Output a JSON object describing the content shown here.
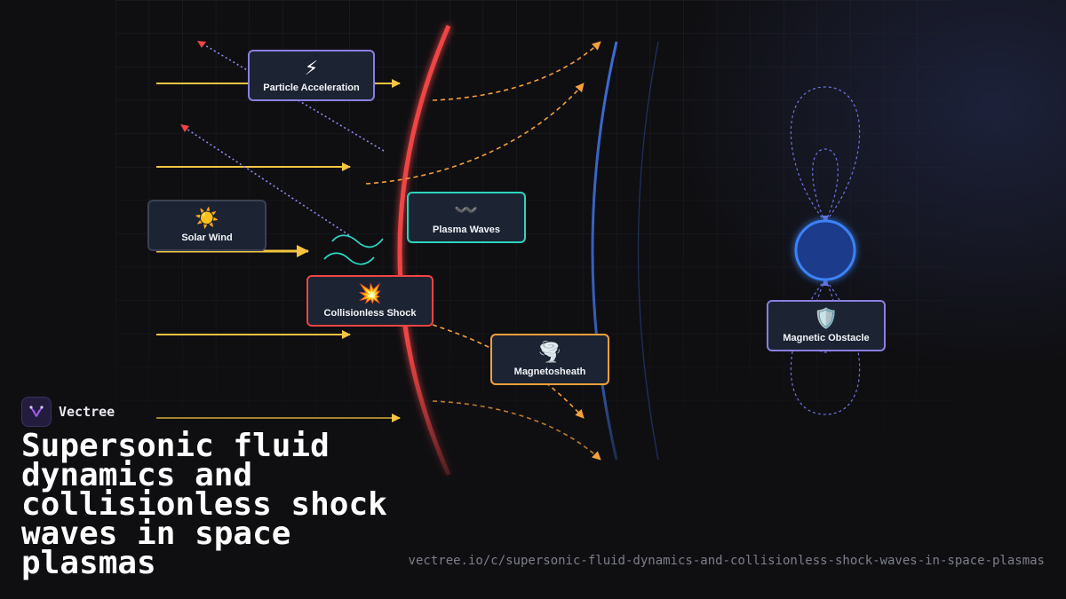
{
  "brand": {
    "name": "Vectree"
  },
  "title": "Supersonic fluid dynamics and collisionless shock waves in space plasmas",
  "url": "vectree.io/c/supersonic-fluid-dynamics-and-collisionless-shock-waves-in-space-plasmas",
  "nodes": {
    "solar_wind": {
      "icon": "☀️",
      "label": "Solar Wind"
    },
    "particle_acceleration": {
      "icon": "⚡",
      "label": "Particle Acceleration"
    },
    "plasma_waves": {
      "icon": "〰️",
      "label": "Plasma Waves"
    },
    "collisionless_shock": {
      "icon": "💥",
      "label": "Collisionless Shock"
    },
    "magnetosheath": {
      "icon": "🌪️",
      "label": "Magnetosheath"
    },
    "magnetic_obstacle": {
      "icon": "🛡️",
      "label": "Magnetic Obstacle"
    }
  },
  "colors": {
    "background": "#0f0f12",
    "solar_wind_arrows": "#f5c542",
    "shock_front": "#ef4444",
    "deflected_flow": "#f5a03c",
    "magnetopause": "#3d6bd6",
    "field_lines": "#6b74e0",
    "plasma_waves": "#2dd4bf",
    "accelerated_particles": "#8b8cf0"
  }
}
